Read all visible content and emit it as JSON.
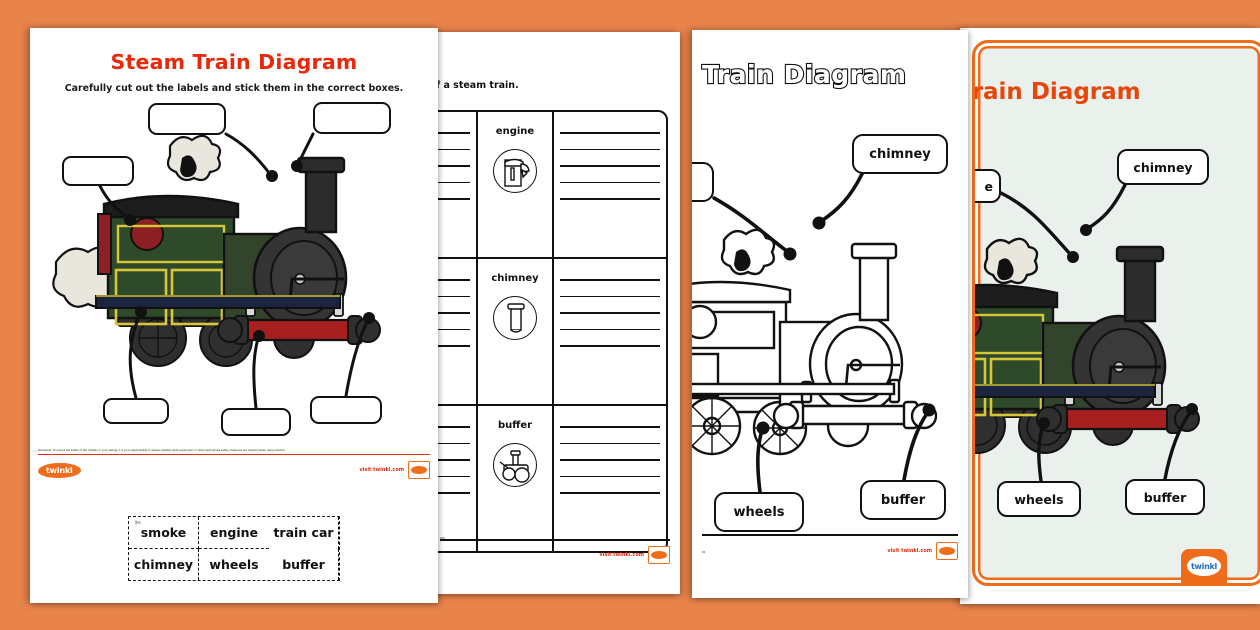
{
  "meta": {
    "background_color": "#e8834a",
    "accent_red": "#e8290b",
    "accent_orange": "#ef6c1a"
  },
  "page1": {
    "title": "Steam Train Diagram",
    "subtitle": "Carefully cut out the labels and stick them in the correct boxes.",
    "blank_label_count": 6,
    "disclaimer": "Disclaimer: To ensure the safety of the children in your setting, it is your responsibility to assess whether adult supervision or other appropriate safety measures are required when using scissors.",
    "visit_text": "visit twinkl.com",
    "logo_text": "twinkl",
    "cut_out_labels": [
      "smoke",
      "engine",
      "train car",
      "chimney",
      "wheels",
      "buffer"
    ]
  },
  "page2": {
    "heading": "f a steam train.",
    "rows": [
      {
        "word": "engine",
        "icon": "engine-icon"
      },
      {
        "word": "chimney",
        "icon": "chimney-icon"
      },
      {
        "word": "buffer",
        "icon": "buffer-icon"
      }
    ],
    "visit_text": "visit twinkl.com",
    "ruled_lines_per_cell": 5,
    "tiny_code": "000"
  },
  "page3": {
    "title": "Train Diagram",
    "labels": [
      "chimney",
      "wheels",
      "buffer"
    ],
    "visit_text": "visit twinkl.com",
    "tiny_code": "00"
  },
  "page4": {
    "title": "a Train Diagram",
    "labels": [
      "e",
      "chimney",
      "wheels",
      "buffer"
    ],
    "logo_text": "twinkl",
    "background_color": "#eaf1ec",
    "border_color": "#ef6c1a",
    "title_color": "#e8450b"
  }
}
